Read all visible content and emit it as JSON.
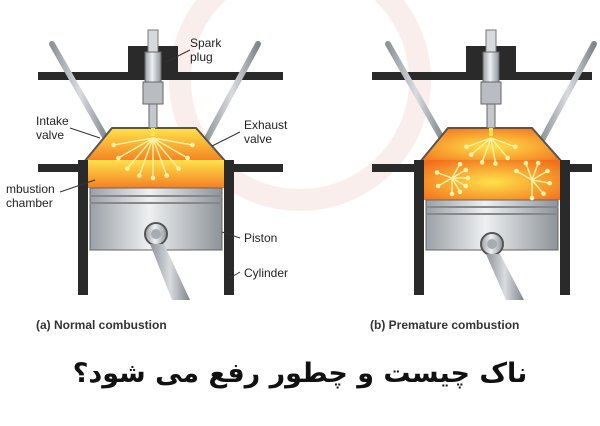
{
  "labels": {
    "spark_plug": [
      "Spark",
      "plug"
    ],
    "intake_valve": [
      "Intake",
      "valve"
    ],
    "exhaust_valve": [
      "Exhaust",
      "valve"
    ],
    "combustion_chamber": [
      "mbustion",
      "chamber"
    ],
    "piston": "Piston",
    "cylinder": "Cylinder"
  },
  "captions": {
    "normal": "(a) Normal combustion",
    "premature": "(b) Premature combustion"
  },
  "title": "ناک چیست و چطور رفع می شود؟",
  "colors": {
    "flame_hot": "#ffe24a",
    "flame_cool": "#f57f22",
    "metal": "#cfd2d6",
    "frame": "#2a2a2a",
    "arrow": "#fff3a6"
  }
}
